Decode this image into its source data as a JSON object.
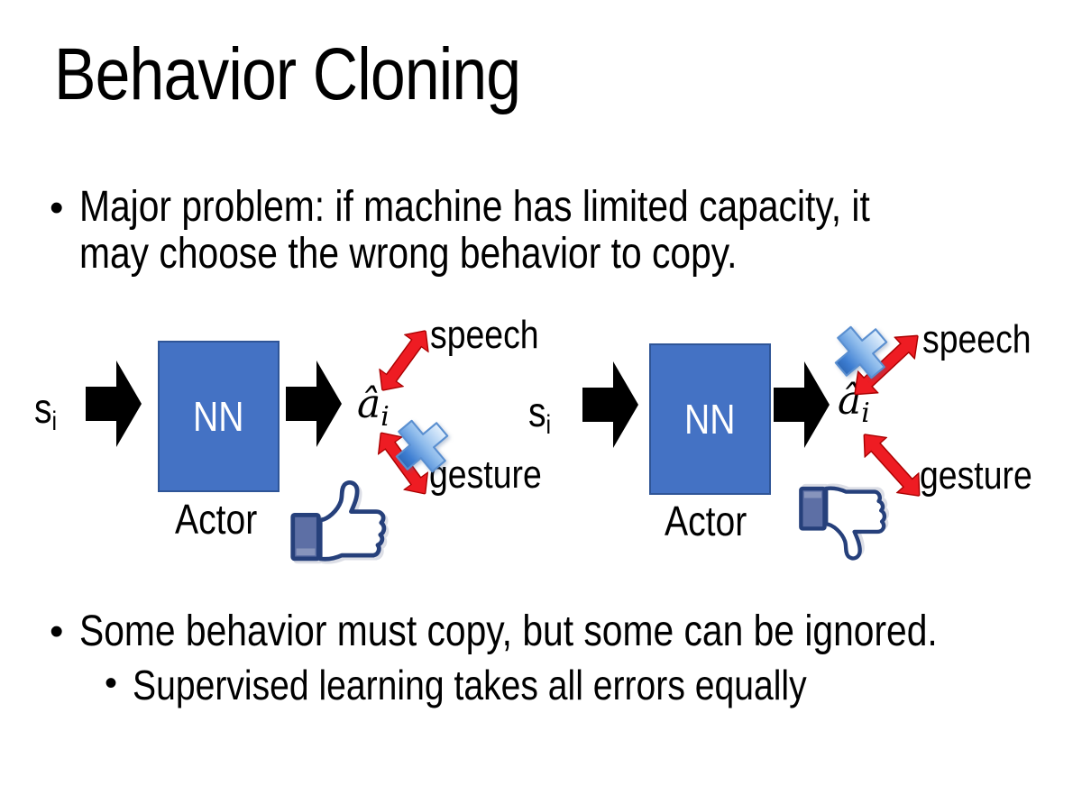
{
  "slide": {
    "title": "Behavior Cloning",
    "bullets": {
      "major_problem_line1": "Major problem: if machine has limited capacity, it",
      "major_problem_line2": "may choose the wrong behavior to copy.",
      "some_behavior": "Some behavior must copy, but some can be ignored.",
      "supervised": "Supervised learning takes all errors equally"
    }
  },
  "diagrams": {
    "left": {
      "input": "s",
      "input_sub": "i",
      "box": "NN",
      "caption": "Actor",
      "output": "â",
      "output_sub": "i",
      "speech": "speech",
      "gesture": "gesture",
      "crossed_out": "gesture",
      "feedback_icon": "thumbs-up"
    },
    "right": {
      "input": "s",
      "input_sub": "i",
      "box": "NN",
      "caption": "Actor",
      "output": "â",
      "output_sub": "i",
      "speech": "speech",
      "gesture": "gesture",
      "crossed_out": "speech",
      "feedback_icon": "thumbs-down"
    }
  },
  "colors": {
    "flow_arrow": "#000000",
    "relation_arrow": "#EE1C23",
    "relation_arrow_edge": "#AA0000",
    "nn_box_fill": "#4472C4",
    "nn_box_border": "#2F5597",
    "cross_mark": "#3E7ED2",
    "thumb_outline": "#26407B",
    "thumb_cuff": "#5D6FA5",
    "thumb_hand": "#FFFFFF"
  }
}
